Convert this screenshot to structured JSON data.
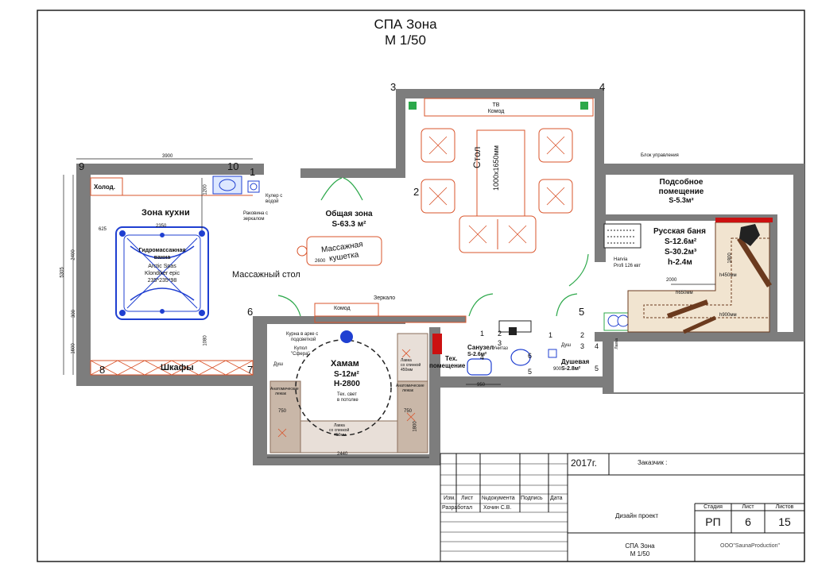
{
  "title": {
    "line1": "СПА Зона",
    "line2": "М 1/50"
  },
  "axes": [
    "1",
    "2",
    "3",
    "4",
    "5",
    "6",
    "7",
    "8",
    "9",
    "10"
  ],
  "dims": {
    "top_left": "3900",
    "left_total": "5305",
    "left_a": "2400",
    "left_b": "1600",
    "hamam_bottom": "2440",
    "russ_left": "1800",
    "russ_mid": "h650мм",
    "russ_low": "h900мм",
    "russ_top": "h450мм",
    "hamam_w": "750",
    "hamam_w2": "750",
    "sanuzel_w": "950",
    "tub": "2350",
    "sauna_top": "2000",
    "kitchen": "625",
    "left_mid": "1200",
    "left_small": "300",
    "left_tiny": "1080",
    "dush_w": "900",
    "hamam_h": "1800",
    "otd": "2600"
  },
  "rooms": {
    "common": {
      "name": "Общая зона",
      "area": "S-63.3 м²"
    },
    "kitchen": {
      "name": "Зона кухни"
    },
    "cold": {
      "name": "Холод."
    },
    "wardrobes": {
      "name": "Шкафы"
    },
    "jacuzzi": {
      "line1": "Гидромассажная",
      "line2": "ванна",
      "line3": "Arctic Spas",
      "line4": "Klondiker epic",
      "line5": "235*235*98"
    },
    "hamam": {
      "name": "Хамам",
      "area": "S-12м²",
      "height": "H-2800",
      "light": "Тех. свет",
      "light2": "в потолке",
      "dome": "Купол",
      "dome2": "\"Сфера\"",
      "shower": "Душ",
      "niche": "Курна в арке с",
      "niche2": "подсветкой",
      "bench_l": "Анатомические",
      "bench_l2": "лежак",
      "bench_r": "Анатомические",
      "bench_r2": "лежак",
      "bench_top": "Лавка",
      "bench_top2": "со спинкой",
      "bench_top3": "450мм",
      "bench_bottom": "Лавка",
      "bench_bottom2": "со спинкой",
      "bench_bottom3": "450мм"
    },
    "russian": {
      "name": "Русская баня",
      "s1": "S-12.6м²",
      "s2": "S-30.2м³",
      "h": "h-2.4м",
      "stove": "Harvia",
      "stove2": "Profi 126 квт"
    },
    "utility": {
      "name": "Подсобное",
      "name2": "помещение",
      "area": "S-5.3м²",
      "panel": "Блок управления"
    },
    "sanuzel": {
      "name": "Санузел",
      "area": "S-2.6м²",
      "item": "Унитаз"
    },
    "shower": {
      "name": "Душевая",
      "area": "S-2.8м²",
      "item": "Душ"
    },
    "tech": {
      "name": "Тех.",
      "name2": "помещение"
    }
  },
  "furniture": {
    "tv": "ТВ",
    "commode_top": "Комод",
    "table": "Стол",
    "table_size": "1000х1650мм",
    "couch": "Массажная",
    "couch2": "кушетка",
    "massage_table": "Массажный стол",
    "commode_bottom": "Комод",
    "mirror": "Зеркало",
    "cooler": "Кулер с",
    "cooler2": "водой",
    "sink": "Раковина с",
    "sink2": "зеркалом",
    "lavka": "Лавка"
  },
  "stamp": {
    "year": "2017г.",
    "customer": "Заказчик :",
    "h_izm": "Изм.",
    "h_list": "Лист",
    "h_ndok": "№документа",
    "h_podp": "Подпись",
    "h_data": "Дата",
    "developed": "Разработал",
    "author": "Хочин С.В.",
    "project": "Дизайн проект",
    "stage_h": "Стадия",
    "sheet_h": "Лист",
    "sheets_h": "Листов",
    "stage": "РП",
    "sheet": "6",
    "sheets": "15",
    "name1": "СПА Зона",
    "name2": "М 1/50",
    "company": "ООО\"SaunaProduction\""
  },
  "colors": {
    "wall": "#7d7d7d",
    "furniture": "#d9542b",
    "jacuzzi": "#1f3fd1",
    "sauna_wood": "#6b3a1e",
    "hamam_floor": "#c9b7a8"
  }
}
